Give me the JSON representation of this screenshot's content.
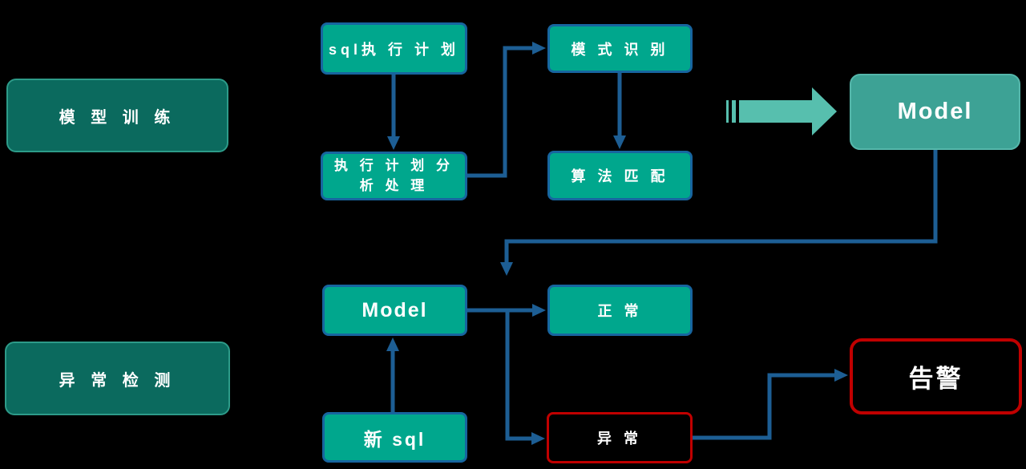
{
  "stages": {
    "training": {
      "label": "模 型 训 练"
    },
    "detection": {
      "label": "异 常 检 测"
    }
  },
  "nodes": {
    "sql_plan": {
      "label": "sql执 行 计 划"
    },
    "plan_analysis": {
      "line1": "执 行 计 划 分",
      "line2": "析 处 理"
    },
    "pattern_recognition": {
      "label": "模 式 识 别"
    },
    "algorithm_match": {
      "label": "算 法 匹 配"
    },
    "model_trained": {
      "label": "Model"
    },
    "model_runtime": {
      "label": "Model"
    },
    "new_sql": {
      "label": "新 sql"
    },
    "normal": {
      "label": "正 常"
    },
    "abnormal": {
      "label": "异 常"
    },
    "alert": {
      "label": "告警"
    }
  },
  "icons": {
    "striped_right_arrow": "striped-right-arrow"
  },
  "colors": {
    "background": "#000000",
    "node_green_fill": "#00a78d",
    "node_border_blue": "#17659f",
    "stage_fill": "#0b6a5e",
    "stage_border": "#2d9b89",
    "model_fill": "#3da295",
    "model_border": "#55b7ab",
    "connector_blue": "#1d5e94",
    "striped_arrow_fill": "#57bfae",
    "alert_red": "#c00000",
    "text_white": "#ffffff"
  }
}
